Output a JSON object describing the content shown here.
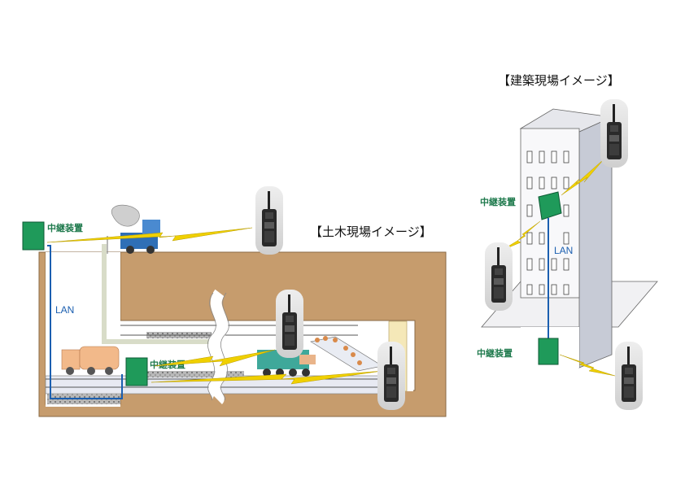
{
  "civil": {
    "title": "【土木現場イメージ】",
    "relay_label_top": "中継装置",
    "relay_label_tunnel": "中継装置",
    "lan_label": "LAN"
  },
  "building": {
    "title": "【建築現場イメージ】",
    "relay_label_upper": "中継装置",
    "relay_label_lower": "中継装置",
    "lan_label": "LAN"
  },
  "colors": {
    "ground": "#c69c6d",
    "relay": "#1f9a5a",
    "lan": "#1b5fb0",
    "lightning": "#f0d000",
    "tunnel_floor": "#e8eaf2",
    "building": "#f4f4f6"
  },
  "icons": [
    "radio-icon",
    "relay-icon",
    "lightning-icon",
    "crane-truck-icon",
    "mixer-truck-icon",
    "loader-icon"
  ]
}
